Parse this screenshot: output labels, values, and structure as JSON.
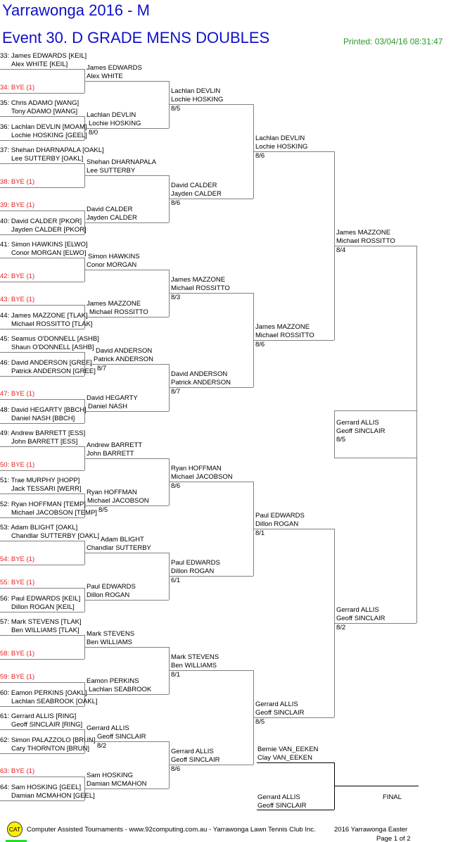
{
  "header": {
    "tournament": "Yarrawonga 2016 - M",
    "event": "Event 30. D GRADE MENS DOUBLES",
    "printed": "Printed: 03/04/16 08:31:47"
  },
  "entries": [
    {
      "seed": "33:",
      "p1": "James EDWARDS [KEIL]",
      "p2": "Alex WHITE [KEIL]"
    },
    {
      "seed": "34:",
      "p1": "BYE (1)",
      "bye": true
    },
    {
      "seed": "35:",
      "p1": "Chris ADAMO [WANG]",
      "p2": "Tony ADAMO [WANG]"
    },
    {
      "seed": "36:",
      "p1": "Lachlan DEVLIN [MOAM]",
      "p2": "Lochie HOSKING [GEEL]"
    },
    {
      "seed": "37:",
      "p1": "Shehan DHARNAPALA [OAKL]",
      "p2": "Lee SUTTERBY [OAKL]"
    },
    {
      "seed": "38:",
      "p1": "BYE (1)",
      "bye": true
    },
    {
      "seed": "39:",
      "p1": "BYE (1)",
      "bye": true
    },
    {
      "seed": "40:",
      "p1": "David CALDER [PKOR]",
      "p2": "Jayden CALDER [PKOR]"
    },
    {
      "seed": "41:",
      "p1": "Simon HAWKINS [ELWO]",
      "p2": "Conor MORGAN [ELWO]"
    },
    {
      "seed": "42:",
      "p1": "BYE (1)",
      "bye": true
    },
    {
      "seed": "43:",
      "p1": "BYE (1)",
      "bye": true
    },
    {
      "seed": "44:",
      "p1": "James MAZZONE [TLAK]",
      "p2": "Michael ROSSITTO [TLAK]"
    },
    {
      "seed": "45:",
      "p1": "Seamus O'DONNELL [ASHB]",
      "p2": "Shaun O'DONNELL [ASHB]"
    },
    {
      "seed": "46:",
      "p1": "David ANDERSON [GREE]",
      "p2": "Patrick ANDERSON [GREE]"
    },
    {
      "seed": "47:",
      "p1": "BYE (1)",
      "bye": true
    },
    {
      "seed": "48:",
      "p1": "David HEGARTY [BBCH]",
      "p2": "Daniel NASH [BBCH]"
    },
    {
      "seed": "49:",
      "p1": "Andrew BARRETT [ESS]",
      "p2": "John BARRETT [ESS]"
    },
    {
      "seed": "50:",
      "p1": "BYE (1)",
      "bye": true
    },
    {
      "seed": "51:",
      "p1": "Trae MURPHY [HOPP]",
      "p2": "Jack TESSARI [WERR]"
    },
    {
      "seed": "52:",
      "p1": "Ryan HOFFMAN [TEMP]",
      "p2": "Michael JACOBSON [TEMP]"
    },
    {
      "seed": "53:",
      "p1": "Adam BLIGHT [OAKL]",
      "p2": "Chandlar SUTTERBY [OAKL]"
    },
    {
      "seed": "54:",
      "p1": "BYE (1)",
      "bye": true
    },
    {
      "seed": "55:",
      "p1": "BYE (1)",
      "bye": true
    },
    {
      "seed": "56:",
      "p1": "Paul EDWARDS [KEIL]",
      "p2": "Dillon ROGAN [KEIL]"
    },
    {
      "seed": "57:",
      "p1": "Mark STEVENS [TLAK]",
      "p2": "Ben WILLIAMS [TLAK]"
    },
    {
      "seed": "58:",
      "p1": "BYE (1)",
      "bye": true
    },
    {
      "seed": "59:",
      "p1": "BYE (1)",
      "bye": true
    },
    {
      "seed": "60:",
      "p1": "Eamon PERKINS [OAKL]",
      "p2": "Lachlan SEABROOK [OAKL]"
    },
    {
      "seed": "61:",
      "p1": "Gerrard ALLIS [RING]",
      "p2": "Geoff SINCLAIR [RING]"
    },
    {
      "seed": "62:",
      "p1": "Simon PALAZZOLO [BRUN]",
      "p2": "Cary THORNTON [BRUN]"
    },
    {
      "seed": "63:",
      "p1": "BYE (1)",
      "bye": true
    },
    {
      "seed": "64:",
      "p1": "Sam HOSKING [GEEL]",
      "p2": "Damian MCMAHON [GEEL]"
    }
  ],
  "rounds": [
    [
      {
        "p1": "James EDWARDS",
        "p2": "Alex WHITE",
        "score": ""
      },
      {
        "p1": "Lachlan DEVLIN",
        "p2": "Lochie HOSKING",
        "score": "8/0"
      },
      {
        "p1": "Shehan DHARNAPALA",
        "p2": "Lee SUTTERBY",
        "score": ""
      },
      {
        "p1": "David CALDER",
        "p2": "Jayden CALDER",
        "score": ""
      },
      {
        "p1": "Simon HAWKINS",
        "p2": "Conor MORGAN",
        "score": ""
      },
      {
        "p1": "James MAZZONE",
        "p2": "Michael ROSSITTO",
        "score": ""
      },
      {
        "p1": "David ANDERSON",
        "p2": "Patrick ANDERSON",
        "score": "8/7"
      },
      {
        "p1": "David HEGARTY",
        "p2": "Daniel NASH",
        "score": ""
      },
      {
        "p1": "Andrew BARRETT",
        "p2": "John BARRETT",
        "score": ""
      },
      {
        "p1": "Ryan HOFFMAN",
        "p2": "Michael JACOBSON",
        "score": "8/5"
      },
      {
        "p1": "Adam BLIGHT",
        "p2": "Chandlar SUTTERBY",
        "score": ""
      },
      {
        "p1": "Paul EDWARDS",
        "p2": "Dillon ROGAN",
        "score": ""
      },
      {
        "p1": "Mark STEVENS",
        "p2": "Ben WILLIAMS",
        "score": ""
      },
      {
        "p1": "Eamon PERKINS",
        "p2": "Lachlan SEABROOK",
        "score": ""
      },
      {
        "p1": "Gerrard ALLIS",
        "p2": "Geoff SINCLAIR",
        "score": "8/2"
      },
      {
        "p1": "Sam HOSKING",
        "p2": "Damian MCMAHON",
        "score": ""
      }
    ],
    [
      {
        "p1": "Lachlan DEVLIN",
        "p2": "Lochie HOSKING",
        "score": "8/5"
      },
      {
        "p1": "David CALDER",
        "p2": "Jayden CALDER",
        "score": "8/6"
      },
      {
        "p1": "James MAZZONE",
        "p2": "Michael ROSSITTO",
        "score": "8/3"
      },
      {
        "p1": "David ANDERSON",
        "p2": "Patrick ANDERSON",
        "score": "8/7"
      },
      {
        "p1": "Ryan HOFFMAN",
        "p2": "Michael JACOBSON",
        "score": "8/6"
      },
      {
        "p1": "Paul EDWARDS",
        "p2": "Dillon ROGAN",
        "score": "6/1"
      },
      {
        "p1": "Mark STEVENS",
        "p2": "Ben WILLIAMS",
        "score": "8/1"
      },
      {
        "p1": "Gerrard ALLIS",
        "p2": "Geoff SINCLAIR",
        "score": "8/6"
      }
    ],
    [
      {
        "p1": "Lachlan DEVLIN",
        "p2": "Lochie HOSKING",
        "score": "8/6"
      },
      {
        "p1": "James MAZZONE",
        "p2": "Michael ROSSITTO",
        "score": "8/6"
      },
      {
        "p1": "Paul EDWARDS",
        "p2": "Dillon ROGAN",
        "score": "8/1"
      },
      {
        "p1": "Gerrard ALLIS",
        "p2": "Geoff SINCLAIR",
        "score": "8/5"
      }
    ],
    [
      {
        "p1": "James MAZZONE",
        "p2": "Michael ROSSITTO",
        "score": "8/4"
      },
      {
        "p1": "Gerrard ALLIS",
        "p2": "Geoff SINCLAIR",
        "score": "8/2"
      }
    ]
  ],
  "half_winner": {
    "p1": "Gerrard ALLIS",
    "p2": "Geoff SINCLAIR",
    "score": "8/5"
  },
  "final": {
    "top": {
      "p1": "Bernie VAN_EEKEN",
      "p2": "Clay VAN_EEKEN"
    },
    "bottom": {
      "p1": "Gerrard ALLIS",
      "p2": "Geoff SINCLAIR"
    },
    "label": "FINAL"
  },
  "footer": {
    "logo": "CAT",
    "credit": "Computer Assisted Tournaments - www.92computing.com.au -  Yarrawonga Lawn Tennis Club Inc.",
    "event": "2016 Yarrawonga Easter",
    "page": "Page 1 of 2"
  }
}
